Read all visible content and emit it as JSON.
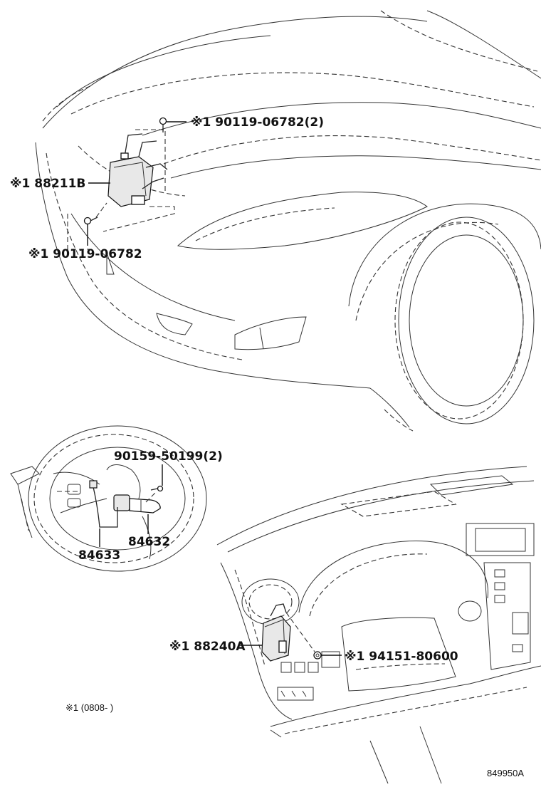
{
  "callouts": {
    "screw_top": "※1 90119-06782(2)",
    "module_front": "※1 88211B",
    "screw_front": "※1 90119-06782",
    "screw_wheel": "90159-50199(2)",
    "switch_wheel": "84632",
    "harness_wheel": "84633",
    "module_dash": "※1 88240A",
    "nut_dash": "※1 94151-80600"
  },
  "footnote": "※1 (0808-      )",
  "diagram_id": "849950A"
}
